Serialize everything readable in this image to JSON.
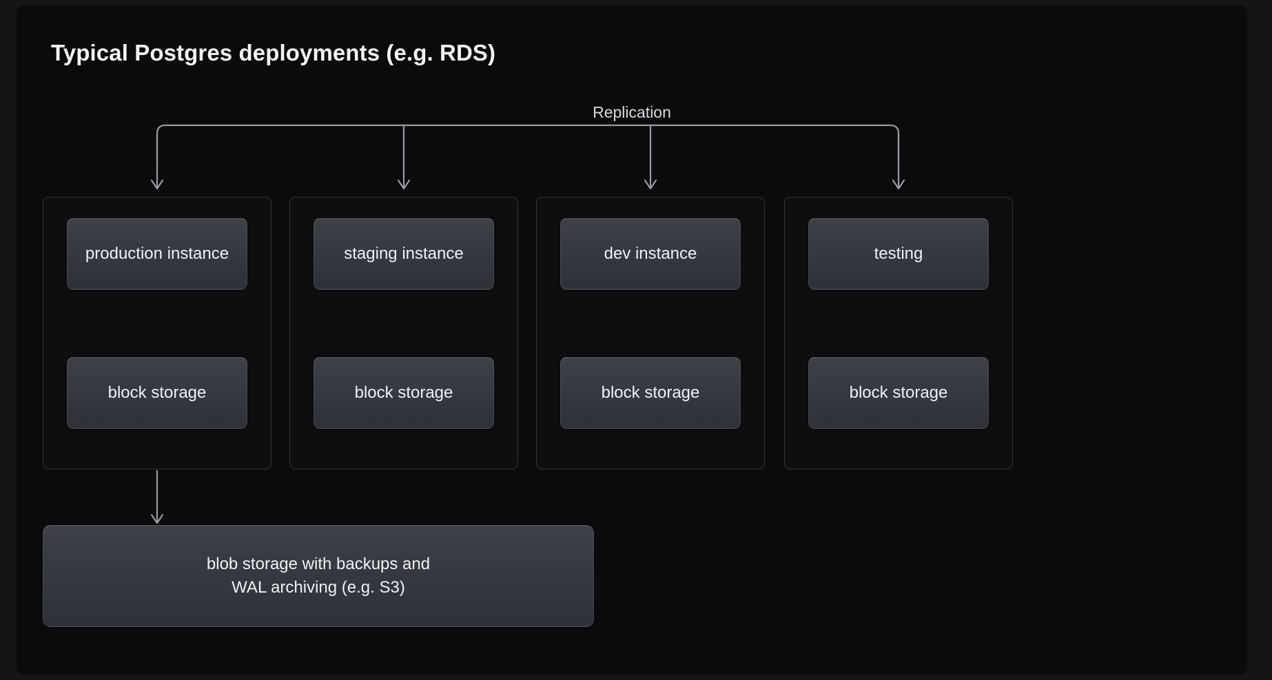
{
  "diagram": {
    "title": "Typical Postgres deployments (e.g. RDS)",
    "replication_label": "Replication",
    "colors": {
      "page_background": "#141416",
      "canvas_background": "#0b0b0d",
      "panel_border": "#343438",
      "node_fill": "#363940",
      "node_text": "#f0f1f4",
      "connector_stroke": "#9a9aa0",
      "title_text": "#f3f4f6"
    },
    "environments": [
      {
        "id": "production",
        "instance_label": "production instance",
        "storage_label": "block storage"
      },
      {
        "id": "staging",
        "instance_label": "staging instance",
        "storage_label": "block storage"
      },
      {
        "id": "dev",
        "instance_label": "dev instance",
        "storage_label": "block storage"
      },
      {
        "id": "testing",
        "instance_label": "testing",
        "storage_label": "block storage"
      }
    ],
    "blob_storage": {
      "label": "blob storage with backups and\nWAL archiving (e.g. S3)"
    }
  }
}
